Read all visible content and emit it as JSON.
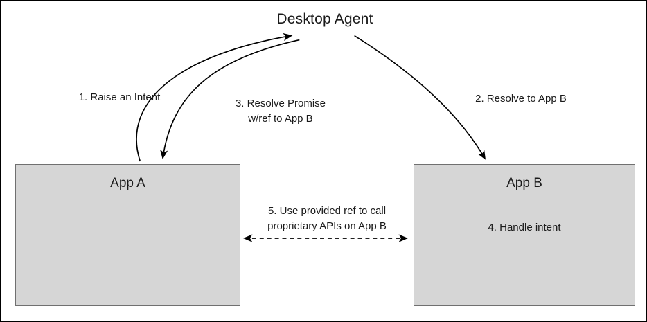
{
  "diagram": {
    "title": "Desktop Agent",
    "nodes": {
      "app_a": {
        "label": "App A"
      },
      "app_b": {
        "label": "App B",
        "inner_text": "4. Handle intent"
      }
    },
    "edges": {
      "raise_intent": {
        "label": "1. Raise an Intent"
      },
      "resolve_to_app_b": {
        "label": "2. Resolve to App B"
      },
      "resolve_promise": {
        "line1": "3. Resolve Promise",
        "line2": "w/ref to App B"
      },
      "use_provided_ref": {
        "line1": "5. Use provided ref to call",
        "line2": "proprietary APIs on App B"
      }
    },
    "colors": {
      "background": "#ffffff",
      "outer_border": "#000000",
      "box_fill": "#d6d6d6",
      "box_border": "#707070",
      "arrow": "#000000",
      "text": "#1a1a1a"
    }
  }
}
